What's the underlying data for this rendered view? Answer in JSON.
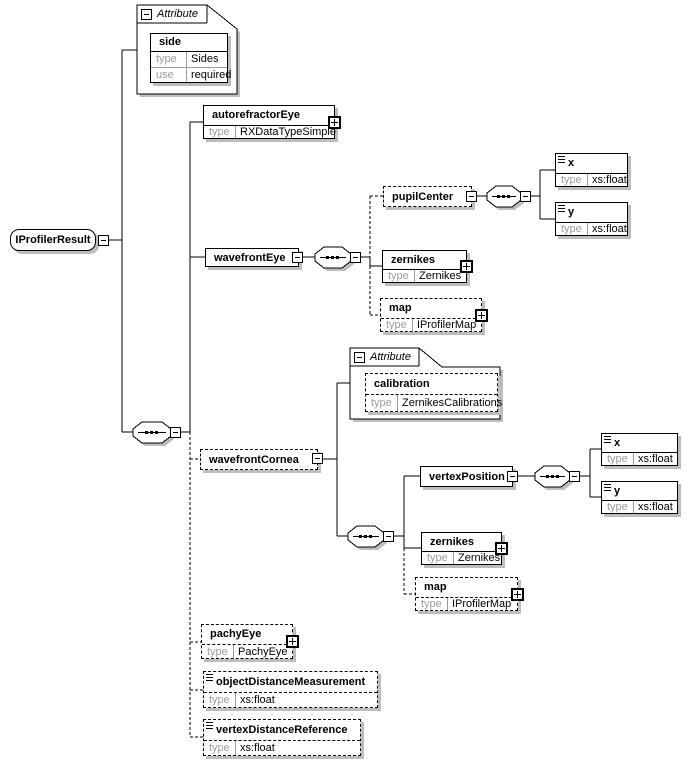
{
  "labels": {
    "attribute": "Attribute",
    "type": "type",
    "use": "use"
  },
  "root": {
    "name": "IProfilerResult"
  },
  "attributes": {
    "side": {
      "name": "side",
      "type": "Sides",
      "use": "required"
    },
    "calibration": {
      "name": "calibration",
      "type": "ZernikesCalibrations"
    }
  },
  "elements": {
    "autorefractorEye": {
      "name": "autorefractorEye",
      "type": "RXDataTypeSimple"
    },
    "wavefrontEye": {
      "name": "wavefrontEye"
    },
    "pupilCenter": {
      "name": "pupilCenter"
    },
    "pupilX": {
      "name": "x",
      "type": "xs:float"
    },
    "pupilY": {
      "name": "y",
      "type": "xs:float"
    },
    "zernikesEye": {
      "name": "zernikes",
      "type": "Zernikes"
    },
    "mapEye": {
      "name": "map",
      "type": "IProfilerMap"
    },
    "wavefrontCornea": {
      "name": "wavefrontCornea"
    },
    "vertexPosition": {
      "name": "vertexPosition"
    },
    "vertexX": {
      "name": "x",
      "type": "xs:float"
    },
    "vertexY": {
      "name": "y",
      "type": "xs:float"
    },
    "zernikesCornea": {
      "name": "zernikes",
      "type": "Zernikes"
    },
    "mapCornea": {
      "name": "map",
      "type": "IProfilerMap"
    },
    "pachyEye": {
      "name": "pachyEye",
      "type": "PachyEye"
    },
    "objectDistanceMeasurement": {
      "name": "objectDistanceMeasurement",
      "type": "xs:float"
    },
    "vertexDistanceReference": {
      "name": "vertexDistanceReference",
      "type": "xs:float"
    }
  },
  "colors": {
    "line": "#000000",
    "shadow": "#bdbdbd",
    "label": "#9c9c9c",
    "background": "#ffffff"
  }
}
